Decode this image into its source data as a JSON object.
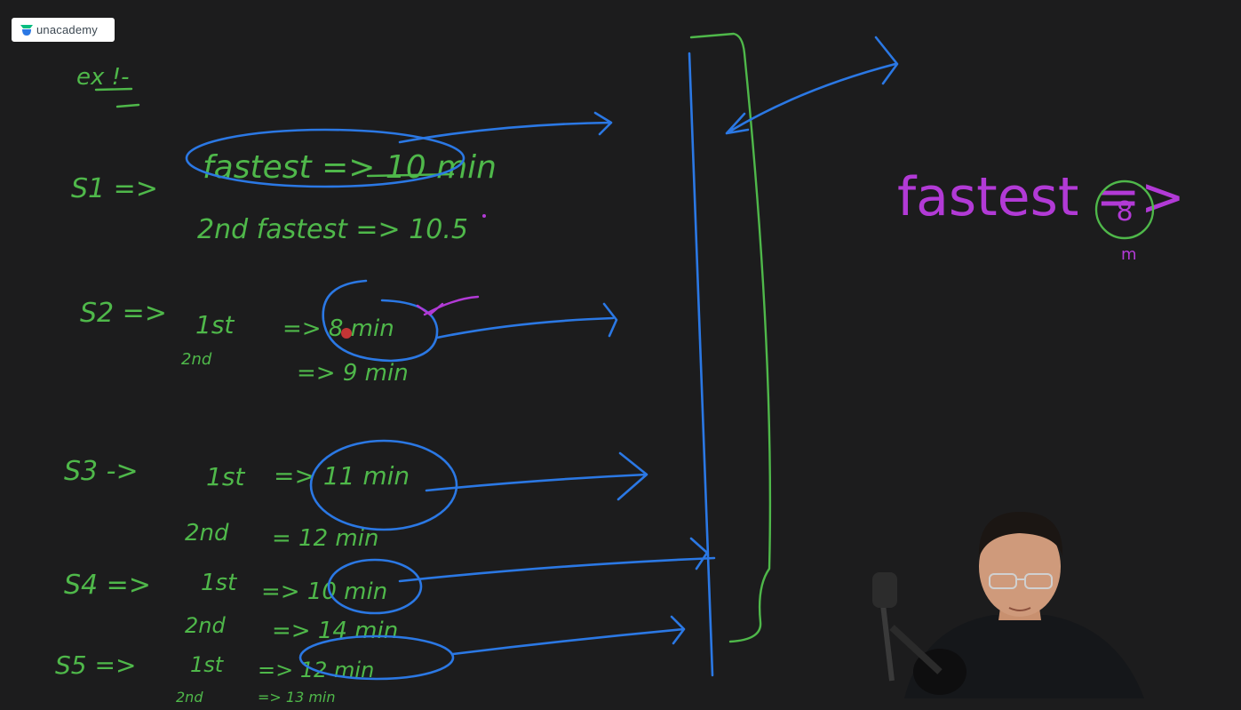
{
  "brand": {
    "name": "unacademy",
    "accent": "#2b78e4"
  },
  "board": {
    "background": "#1c1c1d",
    "ink_colors": {
      "green": "#4fb84a",
      "blue": "#2b78e4",
      "magenta": "#b23ad6"
    },
    "heading": "ex !-",
    "rows": [
      {
        "label": "S1 =>",
        "first": "fastest => 10 min",
        "second": "2nd fastest => 10.5"
      },
      {
        "label": "S2 =>",
        "first_rank": "1st",
        "first": "=> 8 min",
        "second_rank": "2nd",
        "second": "=> 9 min"
      },
      {
        "label": "S3 ->",
        "first_rank": "1st",
        "first": "=> 11 min",
        "second_rank": "2nd",
        "second": "= 12 min"
      },
      {
        "label": "S4 =>",
        "first_rank": "1st",
        "first": "=> 10 min",
        "second_rank": "2nd",
        "second": "=> 14 min"
      },
      {
        "label": "S5 =>",
        "first_rank": "1st",
        "first": "=> 12 min",
        "second_rank": "2nd",
        "second": "=> 13 min"
      }
    ],
    "result": {
      "label": "fastest =>",
      "value": "8",
      "unit": "m"
    }
  },
  "presenter": {
    "icon": "presenter-video-feed"
  }
}
